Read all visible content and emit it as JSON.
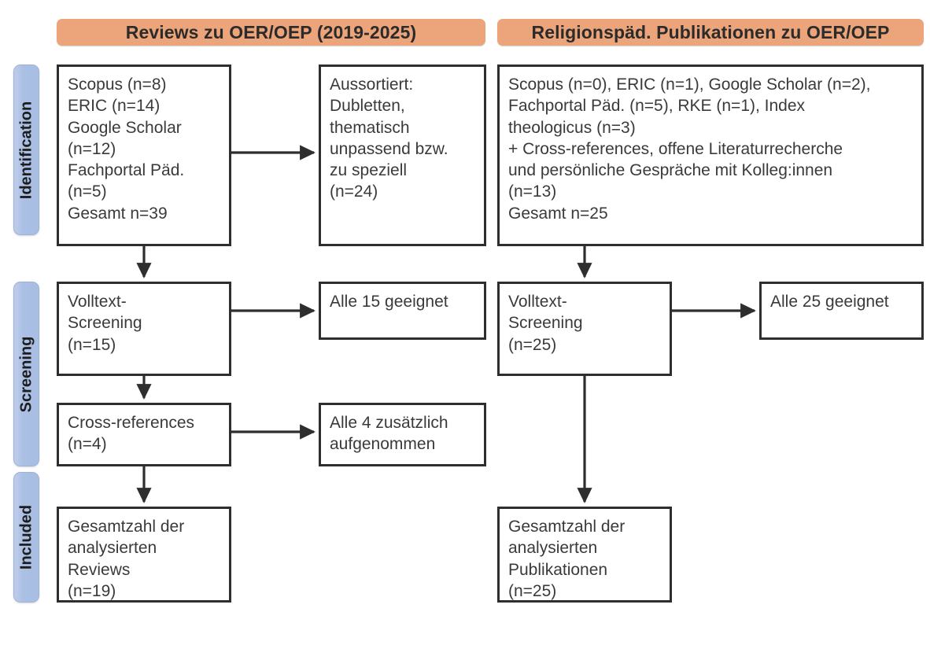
{
  "columns": [
    {
      "id": "reviews",
      "header": "Reviews zu OER/OEP (2019-2025)"
    },
    {
      "id": "publications",
      "header": "Religionspäd. Publikationen zu OER/OEP"
    }
  ],
  "stages": [
    {
      "id": "identification",
      "label": "Identification"
    },
    {
      "id": "screening",
      "label": "Screening"
    },
    {
      "id": "included",
      "label": "Included"
    }
  ],
  "boxes": {
    "left_identification": "Scopus (n=8)\nERIC (n=14)\nGoogle Scholar\n(n=12)\nFachportal Päd.\n(n=5)\nGesamt n=39",
    "left_excluded": "Aussortiert:\nDubletten,\nthematisch\nunpassend bzw.\nzu speziell\n(n=24)",
    "left_screening": "Volltext-\nScreening\n(n=15)",
    "left_screening_result": "Alle 15 geeignet",
    "left_crossref": "Cross-references\n(n=4)",
    "left_crossref_result": "Alle 4 zusätzlich\naufgenommen",
    "left_included": "Gesamtzahl der\nanalysierten\nReviews\n(n=19)",
    "right_identification": "Scopus (n=0), ERIC (n=1), Google Scholar (n=2),\nFachportal Päd. (n=5), RKE (n=1), Index\ntheologicus (n=3)\n+ Cross-references, offene Literaturrecherche\nund persönliche Gespräche mit Kolleg:innen\n(n=13)\nGesamt n=25",
    "right_screening": "Volltext-\nScreening\n(n=25)",
    "right_screening_result": "Alle 25 geeignet",
    "right_included": "Gesamtzahl der\nanalysierten\nPublikationen\n(n=25)"
  },
  "colors": {
    "header_orange": "#ECA57A",
    "stage_blue": "#AABFE4",
    "box_border": "#2E2E2E",
    "text": "#3A3A3A",
    "background": "#FFFFFF"
  }
}
